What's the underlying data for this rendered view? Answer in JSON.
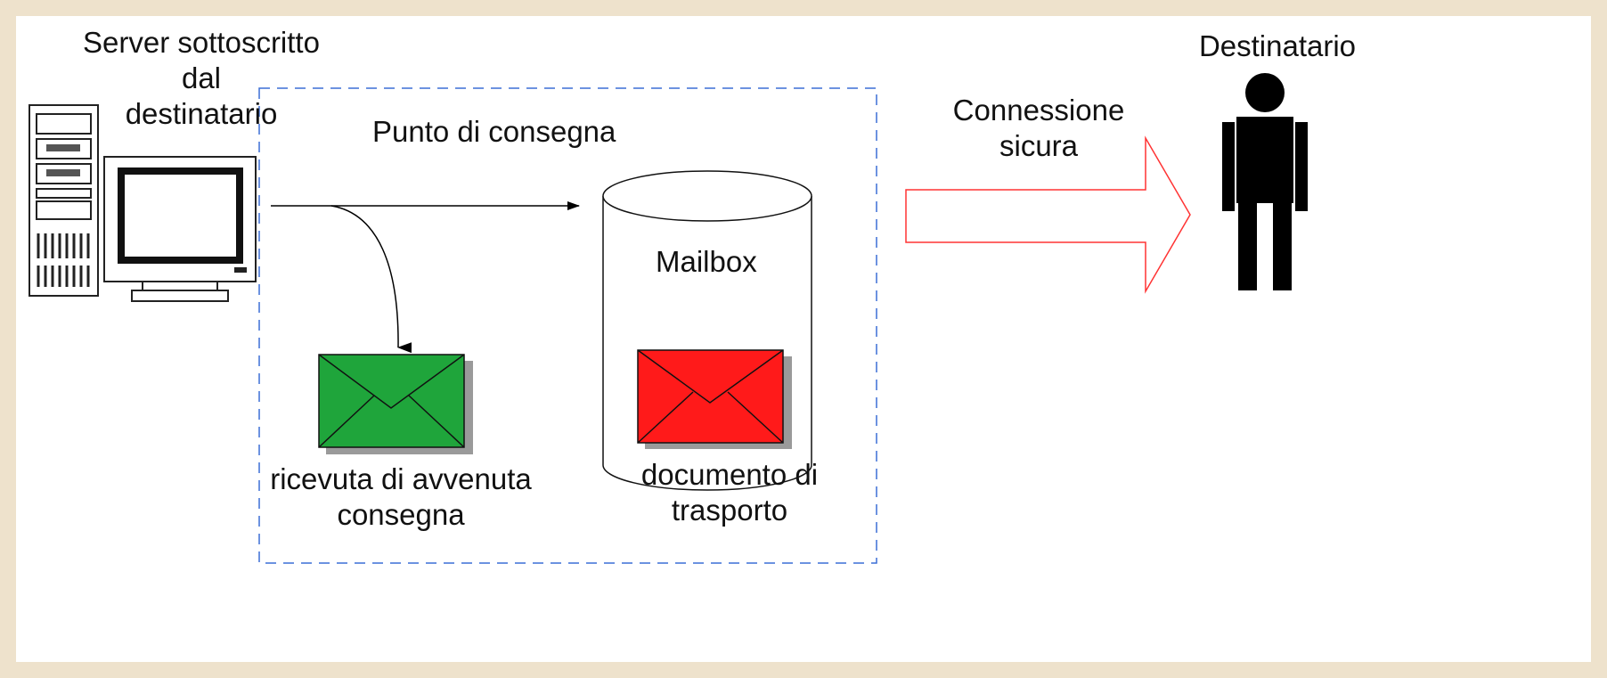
{
  "diagram": {
    "server_label": [
      "Server sottoscritto",
      "dal",
      "destinatario"
    ],
    "delivery_point_label": "Punto di consegna",
    "mailbox_label": "Mailbox",
    "receipt_label": [
      "ricevuta di avvenuta",
      "consegna"
    ],
    "document_label": [
      "documento di",
      "trasporto"
    ],
    "connection_label": [
      "Connessione",
      "sicura"
    ],
    "recipient_label": "Destinatario"
  },
  "colors": {
    "page_border": "#eee2cc",
    "delivery_point_border": "#3b6fd6",
    "receipt_envelope": "#1fa53b",
    "document_envelope": "#ff1a1a",
    "secure_arrow": "#ff3333",
    "recipient": "#000000"
  }
}
